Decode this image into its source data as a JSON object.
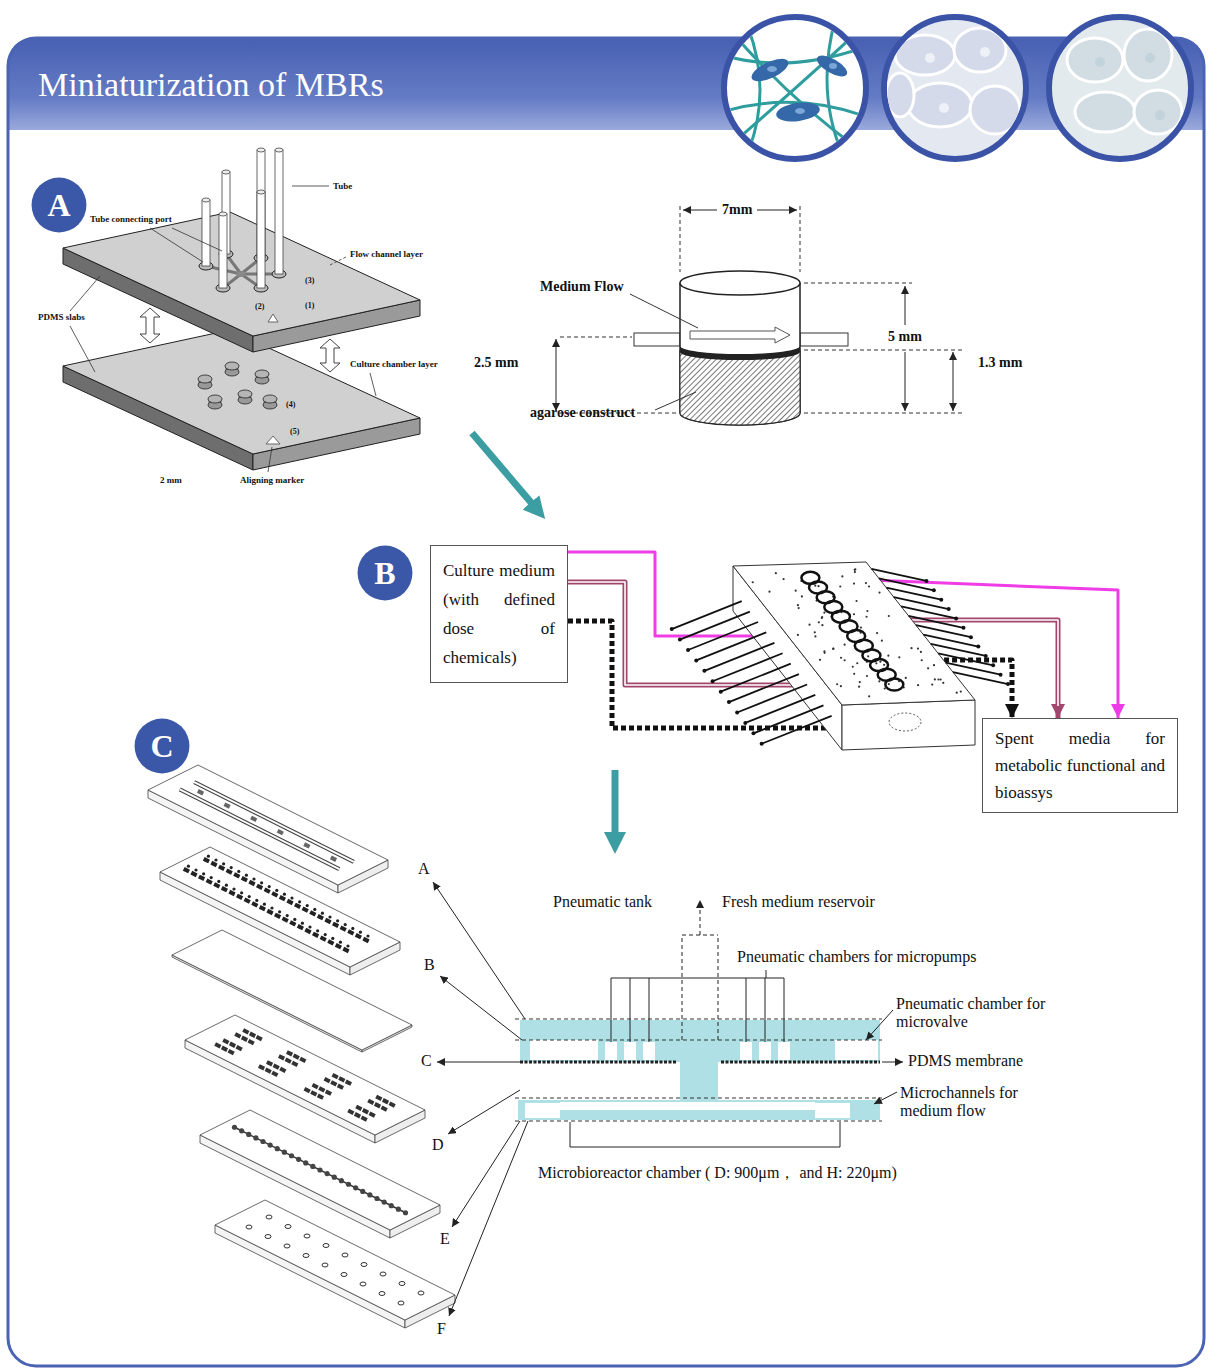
{
  "diagram": {
    "title": "Miniaturization of MBRs",
    "nodes": [
      {
        "text": [
          "A"
        ]
      },
      {
        "text": [
          "B"
        ]
      },
      {
        "text": [
          "Culture medium (with defined dose of chemicals)"
        ]
      },
      {
        "text": [
          "Spent media for metabolic functional and bioassys"
        ]
      },
      {
        "text": [
          "C"
        ]
      }
    ],
    "edges": [
      {
        "from": 2,
        "to": 3,
        "arrow": "to"
      },
      {
        "from": 2,
        "to": 3,
        "arrow": "to"
      },
      {
        "from": 2,
        "to": 3,
        "arrow": "to"
      }
    ],
    "labels": [
      "Tube",
      "Tube connecting port",
      "Flow channel layer",
      "(3)",
      "PDMS slabs",
      "(2)",
      "(1)",
      "(4)",
      "Culture chamber layer",
      "(5)",
      "2 mm",
      "Aligning marker",
      "7mm",
      "Medium Flow",
      "5 mm",
      "2.5 mm",
      "1.3 mm",
      "agarose construct",
      "A",
      "Pneumatic tank",
      "Fresh medium reservoir",
      "Pneumatic chambers for micropumps",
      "B",
      "Pneumatic chamber for microvalve",
      "C",
      "PDMS membrane",
      "Microchannels for medium flow",
      "D",
      "Microbioreactor chamber ( D: 900μm， and H: 220μm)",
      "E",
      "F"
    ]
  }
}
